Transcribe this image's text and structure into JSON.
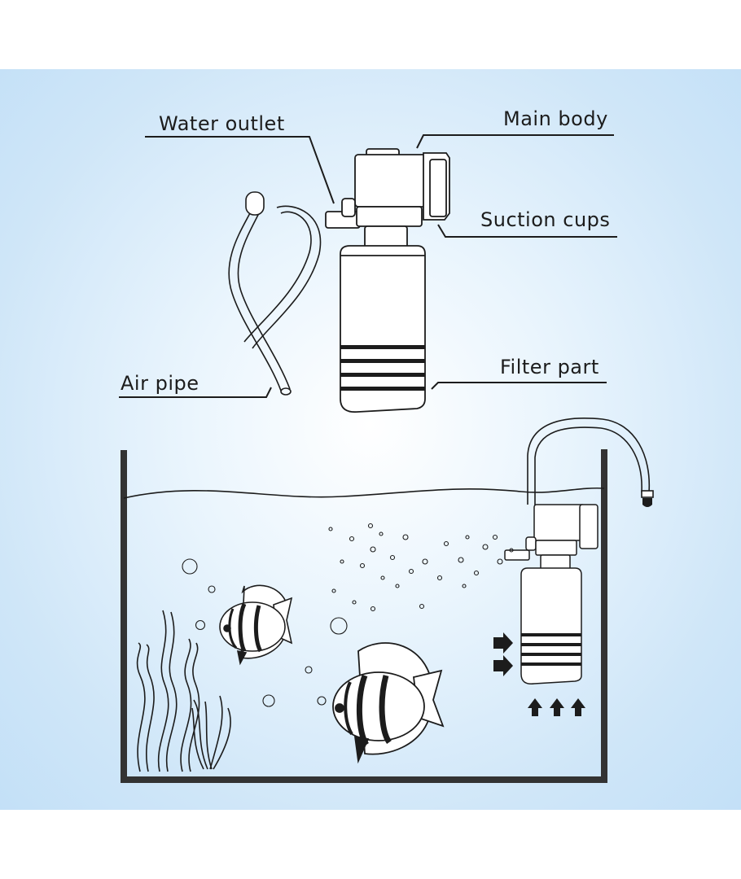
{
  "labels": {
    "water_outlet": "Water outlet",
    "main_body": "Main body",
    "suction_cups": "Suction cups",
    "filter_part": "Filter part",
    "air_pipe": "Air pipe"
  },
  "colors": {
    "background_light": "#ffffff",
    "background_blue": "#c3e0f7",
    "line": "#1c1c1c",
    "tank": "#333333"
  }
}
